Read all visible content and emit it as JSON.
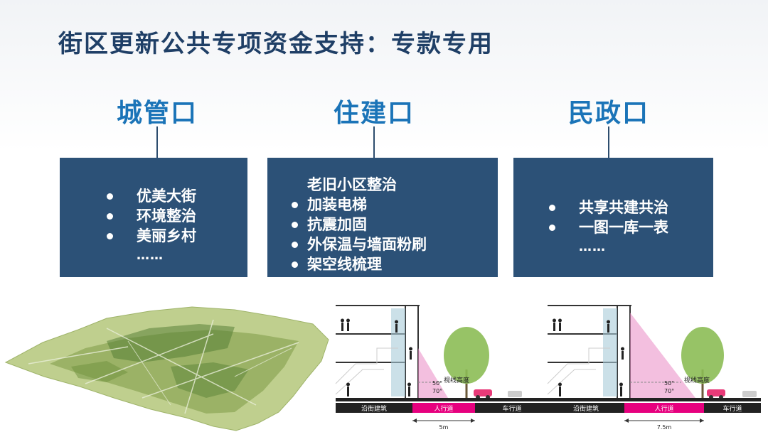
{
  "title": "街区更新公共专项资金支持：专款专用",
  "categories": [
    {
      "label": "城管口",
      "items": [
        {
          "text": "优美大街",
          "bullet": true
        },
        {
          "text": "环境整治",
          "bullet": true
        },
        {
          "text": "美丽乡村",
          "bullet": true
        },
        {
          "text": "……",
          "bullet": false
        }
      ]
    },
    {
      "label": "住建口",
      "items": [
        {
          "text": "老旧小区整治",
          "bullet": false
        },
        {
          "text": "加装电梯",
          "bullet": true
        },
        {
          "text": "抗震加固",
          "bullet": true
        },
        {
          "text": "外保温与墙面粉刷",
          "bullet": true
        },
        {
          "text": "架空线梳理",
          "bullet": true
        }
      ]
    },
    {
      "label": "民政口",
      "items": [
        {
          "text": "共享共建共治",
          "bullet": true
        },
        {
          "text": "一图一库一表",
          "bullet": true
        },
        {
          "text": "……",
          "bullet": false
        }
      ]
    }
  ],
  "sections": [
    {
      "sightline_label": "视线高度",
      "angle_top": "50°",
      "angle_bottom": "70°",
      "zone_building": "沿街建筑",
      "zone_sidewalk": "人行道",
      "zone_road": "车行道",
      "dimension": "5m"
    },
    {
      "sightline_label": "视线高度",
      "angle_top": "50°",
      "angle_bottom": "70°",
      "zone_building": "沿街建筑",
      "zone_sidewalk": "人行道",
      "zone_road": "车行道",
      "dimension": "7.5m"
    }
  ]
}
